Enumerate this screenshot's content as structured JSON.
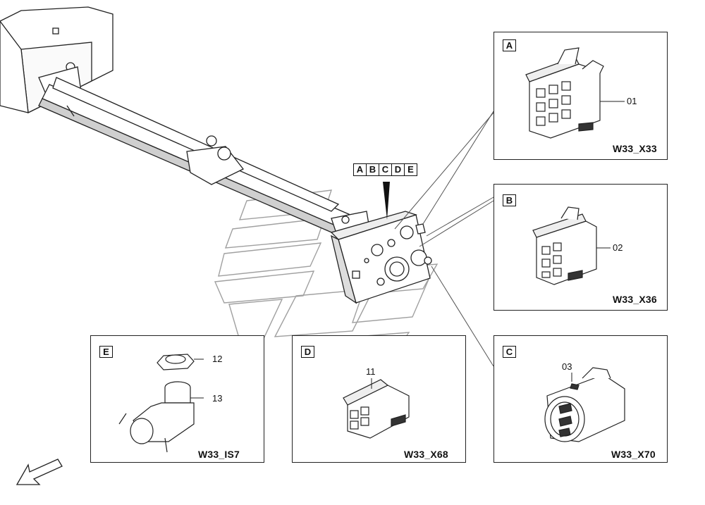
{
  "callout_strip": [
    "A",
    "B",
    "C",
    "D",
    "E"
  ],
  "panels": {
    "A": {
      "tag": "A",
      "part": "01",
      "code": "W33_X33"
    },
    "B": {
      "tag": "B",
      "part": "02",
      "code": "W33_X36"
    },
    "C": {
      "tag": "C",
      "part": "03",
      "code": "W33_X70"
    },
    "D": {
      "tag": "D",
      "part": "11",
      "code": "W33_X68"
    },
    "E": {
      "tag": "E",
      "parts": [
        "12",
        "13"
      ],
      "code": "W33_IS7"
    }
  },
  "icons": {
    "orientation": "direction-arrow-icon"
  },
  "colors": {
    "line": "#222222",
    "watermark": "#9a9a9a"
  }
}
